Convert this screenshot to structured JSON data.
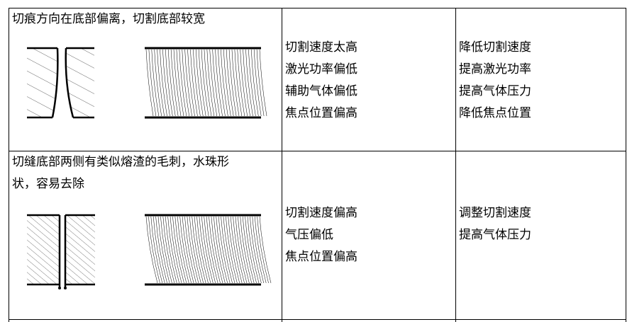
{
  "rows": [
    {
      "phenomenon": "切痕方向在底部偏离，切割底部较宽",
      "causes": [
        "切割速度太高",
        "激光功率偏低",
        "辅助气体偏低",
        "焦点位置偏高"
      ],
      "remedies": [
        "降低切割速度",
        "提高激光功率",
        "提高气体压力",
        "降低焦点位置"
      ]
    },
    {
      "phenomenon_line1": "切缝底部两侧有类似熔渣的毛刺，水珠形",
      "phenomenon_line2": "状，容易去除",
      "causes": [
        "切割速度偏高",
        "气压偏低",
        "焦点位置偏高"
      ],
      "remedies": [
        "调整切割速度",
        "提高气体压力"
      ]
    }
  ]
}
